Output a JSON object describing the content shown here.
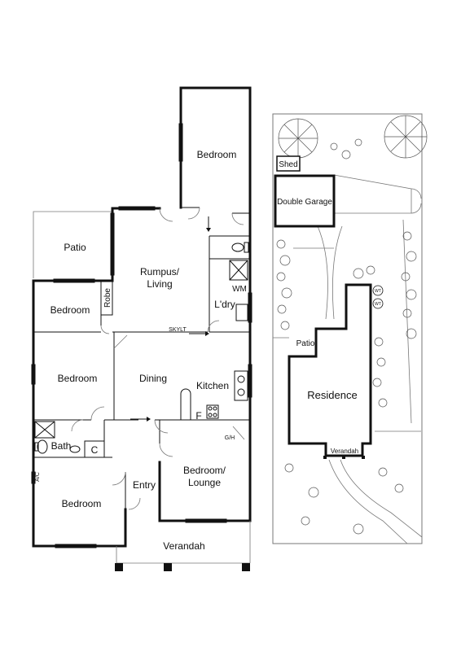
{
  "floor_plan": {
    "rooms": {
      "bedroom_top": "Bedroom",
      "patio": "Patio",
      "rumpus_l1": "Rumpus/",
      "rumpus_l2": "Living",
      "robe": "Robe",
      "bedroom_left": "Bedroom",
      "wm": "WM",
      "laundry": "L'dry",
      "bedroom_mid": "Bedroom",
      "dining": "Dining",
      "kitchen": "Kitchen",
      "fridge": "F",
      "gh": "G/H",
      "bath": "Bath",
      "cupboard": "C",
      "entry": "Entry",
      "lounge_l1": "Bedroom/",
      "lounge_l2": "Lounge",
      "bedroom_bottom": "Bedroom",
      "verandah": "Verandah",
      "skylight": "SKYLT",
      "ac": "A/C"
    }
  },
  "site_plan": {
    "shed": "Shed",
    "double_garage": "Double Garage",
    "patio": "Patio",
    "residence": "Residence",
    "verandah": "Verandah",
    "water_tank_1": "WT",
    "water_tank_2": "WT"
  }
}
